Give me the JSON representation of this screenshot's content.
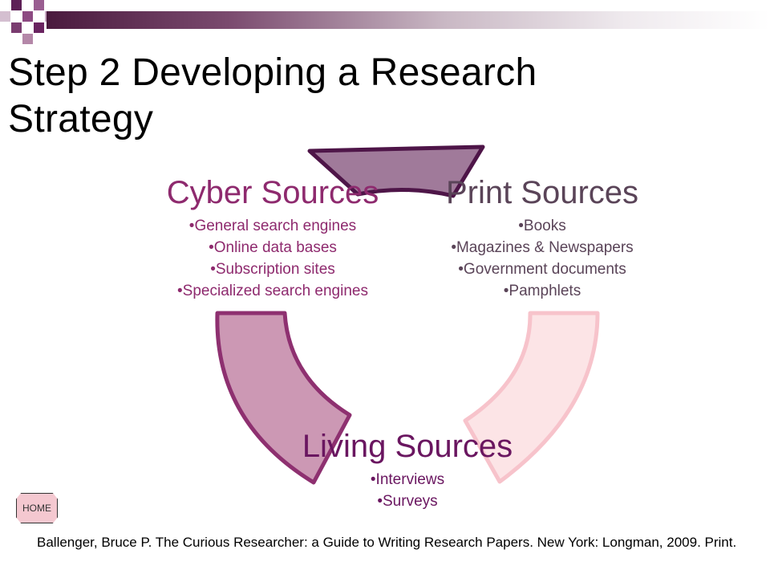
{
  "slide": {
    "title": "Step 2 Developing a Research Strategy",
    "home_label": "HOME",
    "citation": "Ballenger, Bruce P. The Curious Researcher: a Guide to Writing Research Papers. New York: Longman, 2009. Print."
  },
  "cycle": {
    "cyber": {
      "title": "Cyber Sources",
      "items": [
        "•General search engines",
        "•Online data bases",
        "•Subscription sites",
        "•Specialized search engines"
      ]
    },
    "print": {
      "title": "Print Sources",
      "items": [
        "•Books",
        "•Magazines  & Newspapers",
        "•Government documents",
        "•Pamphlets"
      ]
    },
    "living": {
      "title": "Living Sources",
      "items": [
        "•Interviews",
        "•Surveys"
      ]
    }
  },
  "colors": {
    "arrow_top": "#a07a9a",
    "arrow_left": "#cc98b4",
    "arrow_right": "#fce4e6",
    "outline_dark": "#4e1548"
  }
}
